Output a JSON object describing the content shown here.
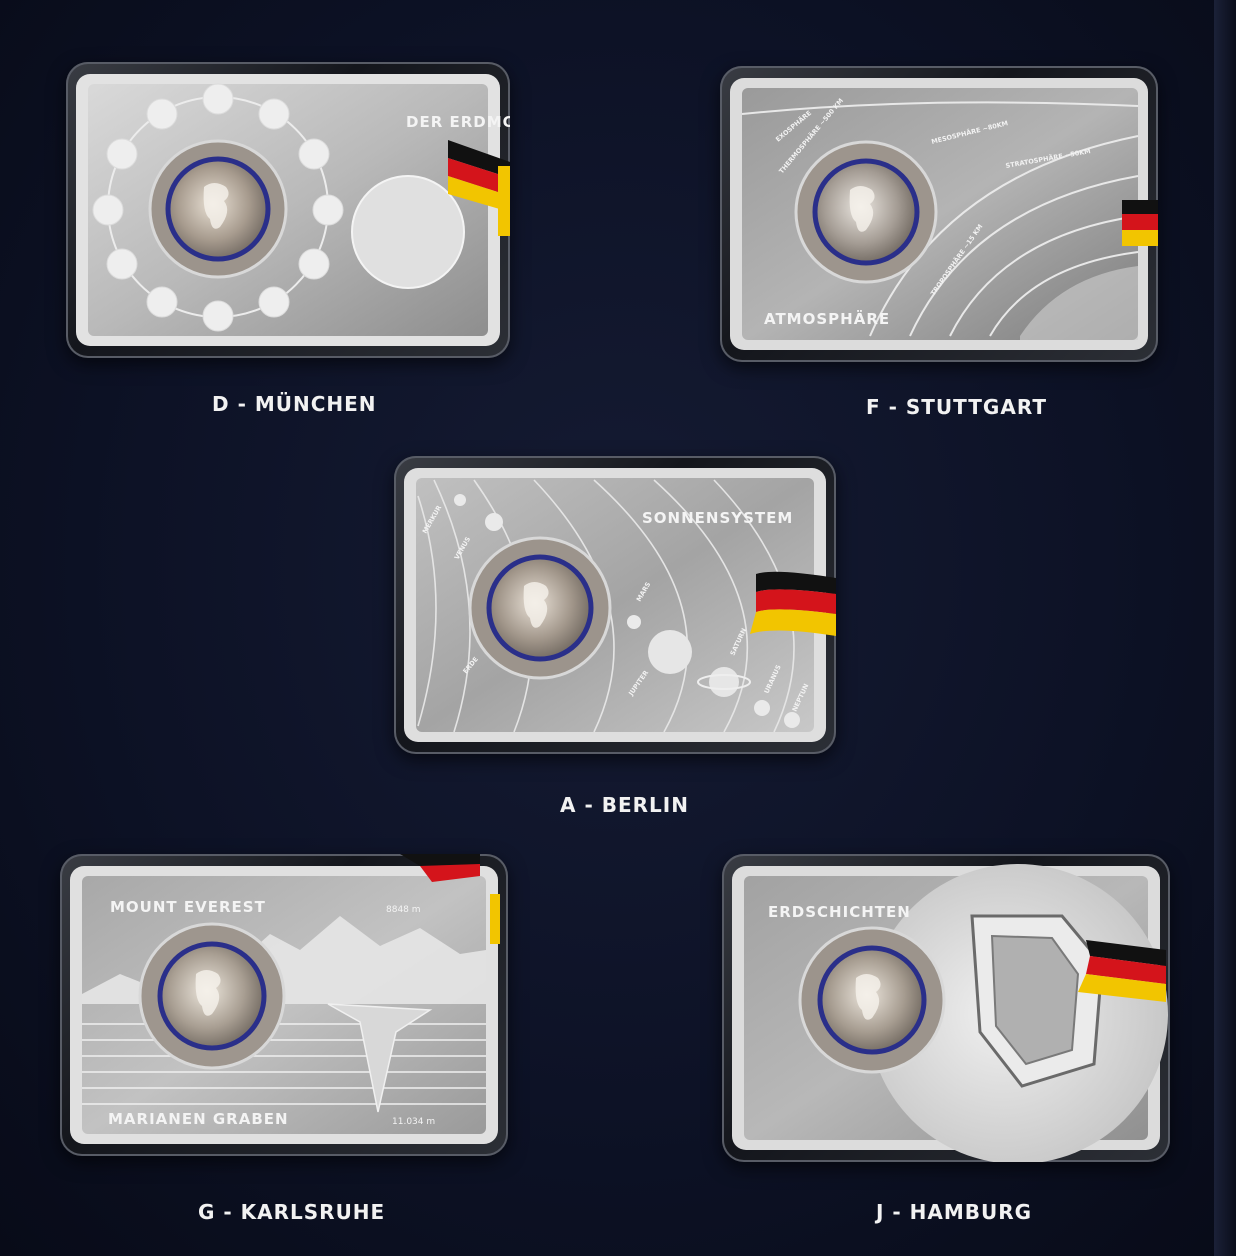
{
  "coins": [
    {
      "mint_label": "D - MÜNCHEN",
      "title": "DER ERDMOND"
    },
    {
      "mint_label": "F - STUTTGART",
      "title": "ATMOSPHÄRE",
      "layers": [
        "EXOSPHÄRE",
        "THERMOSPHÄRE ~500 KM",
        "MESOSPHÄRE ~80KM",
        "STRATOSPHÄRE ~50KM",
        "TROPOSPHÄRE ~15 KM"
      ]
    },
    {
      "mint_label": "A - BERLIN",
      "title": "SONNENSYSTEM",
      "planets": [
        "MERKUR",
        "VENUS",
        "ERDE",
        "MARS",
        "JUPITER",
        "SATURN",
        "URANUS",
        "NEPTUN"
      ]
    },
    {
      "mint_label": "G - KARLSRUHE",
      "title": "MOUNT EVEREST",
      "height": "8848 m",
      "subtitle": "MARIANEN GRABEN",
      "depth": "11.034 m"
    },
    {
      "mint_label": "J - HAMBURG",
      "title": "ERDSCHICHTEN"
    }
  ],
  "colors": {
    "velvet": "#0d1226",
    "silver": "#c9c9c9",
    "flag_black": "#111111",
    "flag_red": "#d4141b",
    "flag_gold": "#f2c500",
    "polymer_ring": "#2a2f8a"
  }
}
